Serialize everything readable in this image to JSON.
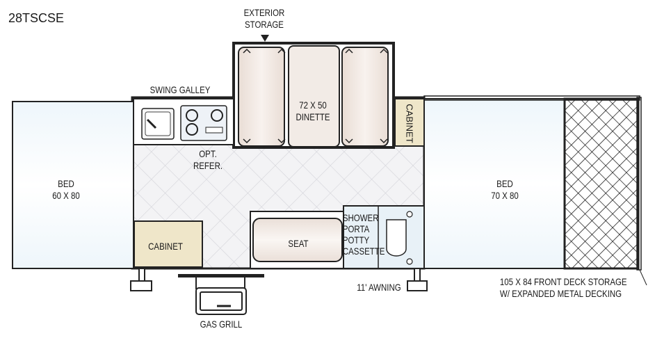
{
  "model": "28TSCSE",
  "labels": {
    "exterior_storage_line1": "EXTERIOR",
    "exterior_storage_line2": "STORAGE",
    "swing_galley": "SWING GALLEY",
    "dinette_line1": "72 X 50",
    "dinette_line2": "DINETTE",
    "cabinet_front": "CABINET",
    "opt_refer_line1": "OPT.",
    "opt_refer_line2": "REFER.",
    "bed_rear_line1": "BED",
    "bed_rear_line2": "60 X 80",
    "bed_front_line1": "BED",
    "bed_front_line2": "70 X 80",
    "cabinet_rear": "CABINET",
    "seat": "SEAT",
    "shower_line1": "SHOWER",
    "shower_line2": "PORTA",
    "shower_line3": "POTTY",
    "shower_line4": "CASSETTE",
    "awning": "11' AWNING",
    "deck_line1": "105 X 84 FRONT DECK STORAGE",
    "deck_line2": "W/ EXPANDED METAL DECKING",
    "gas_grill": "GAS GRILL"
  }
}
